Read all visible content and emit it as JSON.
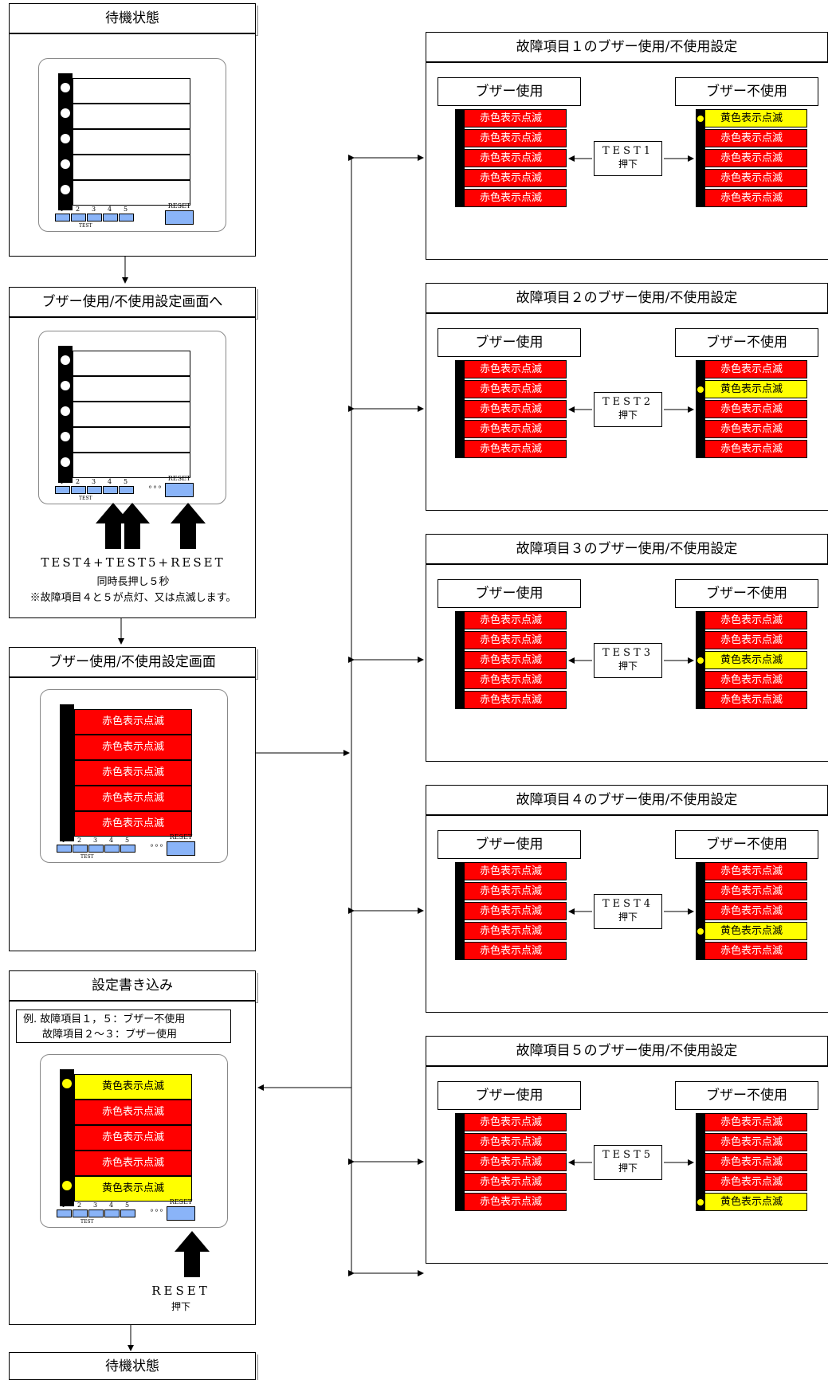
{
  "title_top": "待機状態",
  "title_setup": "ブザー使用/不使用設定画面へ",
  "title_screen": "ブザー使用/不使用設定画面",
  "title_write": "設定書き込み",
  "title_bottom": "待機状態",
  "panel": {
    "test_numbers": [
      "1",
      "2",
      "3",
      "4",
      "5"
    ],
    "test_label": "TEST",
    "reset_label": "RESET",
    "speaker": "°°°"
  },
  "instruction": {
    "line1": "TEST4+TEST5+RESET",
    "line2": "同時長押し５秒",
    "line3": "※故障項目４と５が点灯、又は点滅します。"
  },
  "example": {
    "line1": "例. 故障項目１，５：ブザー不使用",
    "line2": "故障項目２～３：ブザー使用"
  },
  "red_text": "赤色表示点滅",
  "yellow_text": "黄色表示点滅",
  "reset_press": {
    "line1": "RESET",
    "line2": "押下"
  },
  "buzzer_on": "ブザー使用",
  "buzzer_off": "ブザー不使用",
  "items": [
    {
      "title": "故障項目１のブザー使用/不使用設定",
      "test": "TEST1",
      "press": "押下"
    },
    {
      "title": "故障項目２のブザー使用/不使用設定",
      "test": "TEST2",
      "press": "押下"
    },
    {
      "title": "故障項目３のブザー使用/不使用設定",
      "test": "TEST3",
      "press": "押下"
    },
    {
      "title": "故障項目４のブザー使用/不使用設定",
      "test": "TEST4",
      "press": "押下"
    },
    {
      "title": "故障項目５のブザー使用/不使用設定",
      "test": "TEST5",
      "press": "押下"
    }
  ],
  "colors": {
    "red": "#ff0000",
    "yellow": "#ffff00",
    "button": "#8ab4f8"
  }
}
